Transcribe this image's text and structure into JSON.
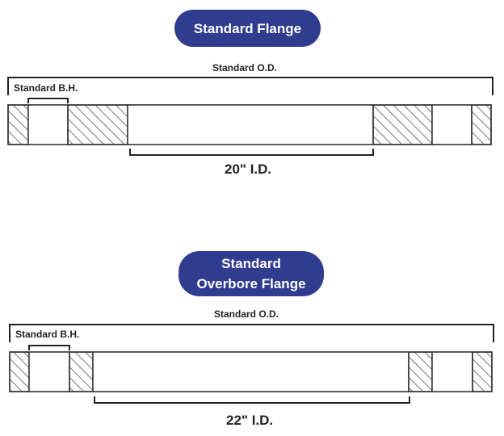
{
  "diagram_top": {
    "title": "Standard Flange",
    "od_label": "Standard O.D.",
    "bh_label": "Standard B.H.",
    "id_label": "20\" I.D."
  },
  "diagram_bottom": {
    "title_line1": "Standard",
    "title_line2": "Overbore Flange",
    "od_label": "Standard O.D.",
    "bh_label": "Standard B.H.",
    "id_label": "22\" I.D."
  },
  "colors": {
    "title_pill": "#2f3c8f",
    "outline": "#222222",
    "hatch": "#555555"
  }
}
